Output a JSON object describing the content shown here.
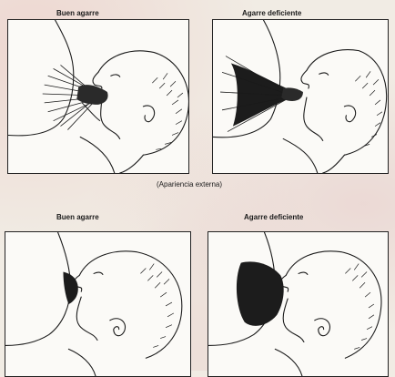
{
  "top_row": {
    "good_label": "Buen agarre",
    "poor_label": "Agarre deficiente"
  },
  "middle_caption": "(Apariencia externa)",
  "bottom_row": {
    "good_label": "Buen agarre",
    "poor_label": "Agarre deficiente"
  },
  "colors": {
    "background": "#f1ece4",
    "panel": "#fbfaf7",
    "ink": "#1a1a1a"
  }
}
